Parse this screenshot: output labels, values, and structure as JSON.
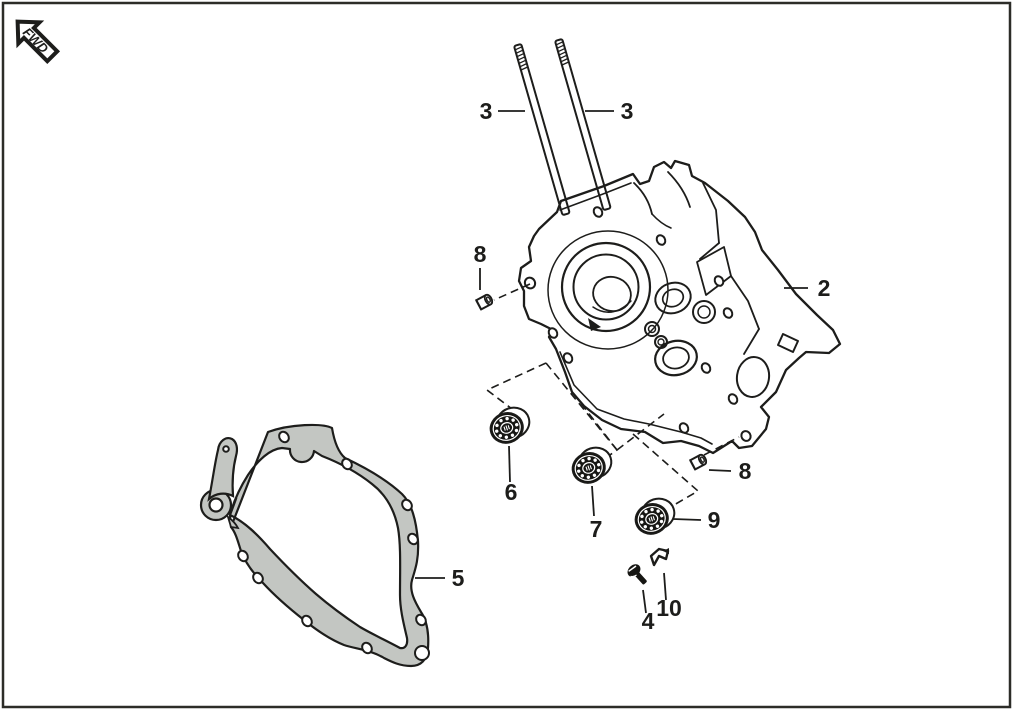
{
  "figure": {
    "fwd_badge": "FWD",
    "colors": {
      "line": "#1d1d1b",
      "background": "#ffffff",
      "gasket_fill": "#c3c6c2",
      "bearing_fill": "#161613"
    },
    "callouts": {
      "c2": "2",
      "c3a": "3",
      "c3b": "3",
      "c4": "4",
      "c5": "5",
      "c6": "6",
      "c7": "7",
      "c8a": "8",
      "c8b": "8",
      "c9": "9",
      "c10": "10"
    }
  }
}
